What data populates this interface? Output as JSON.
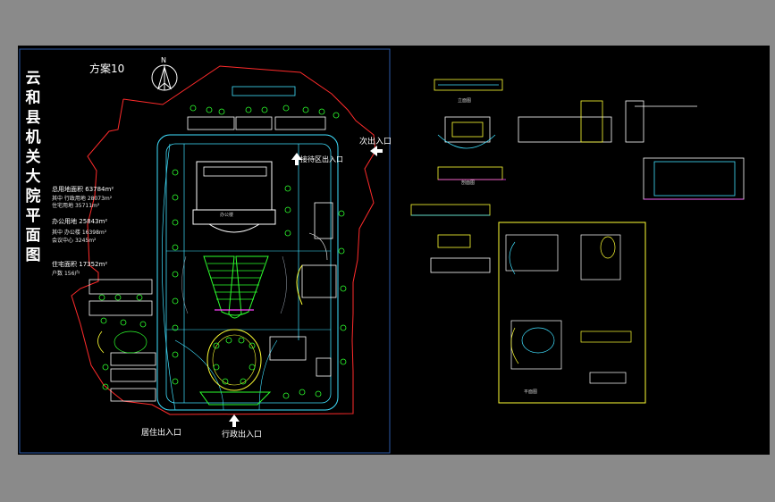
{
  "drawing": {
    "title_chars": [
      "云",
      "和",
      "县",
      "机",
      "关",
      "大",
      "院",
      "平",
      "面",
      "图"
    ],
    "scheme_label": "方案10",
    "north_label": "N",
    "entrances": {
      "residential": "居住出入口",
      "administrative": "行政出入口",
      "east_exit": "次出入口",
      "reception": "接待区出入口"
    },
    "building_label": "办公楼",
    "stats": [
      {
        "label": "总用地面积",
        "value": "63784m²",
        "head": true
      },
      {
        "label": "其中 行政用地",
        "value": "28073m²",
        "head": false
      },
      {
        "label": "住宅用地",
        "value": "35711m²",
        "head": false
      },
      {
        "label": "办公用地",
        "value": "25843m²",
        "head": true
      },
      {
        "label": "其中 办公楼",
        "value": "16398m²",
        "head": false
      },
      {
        "label": "会议中心",
        "value": "3245m²",
        "head": false
      },
      {
        "label": "住宅面积",
        "value": "17352m²",
        "head": true
      },
      {
        "label": "户数",
        "value": "156户",
        "head": false
      }
    ],
    "sheet_captions": [
      "立面图",
      "剖面图",
      "平面图"
    ]
  },
  "colors": {
    "background": "#000000",
    "frame": "#4a4a4a",
    "red_boundary": "#ff2b2b",
    "cyan": "#40e0ff",
    "green": "#2dff2d",
    "yellow": "#ffff33",
    "white": "#ffffff",
    "magenta": "#ff40ff",
    "sheet_border": "#ffff33"
  }
}
